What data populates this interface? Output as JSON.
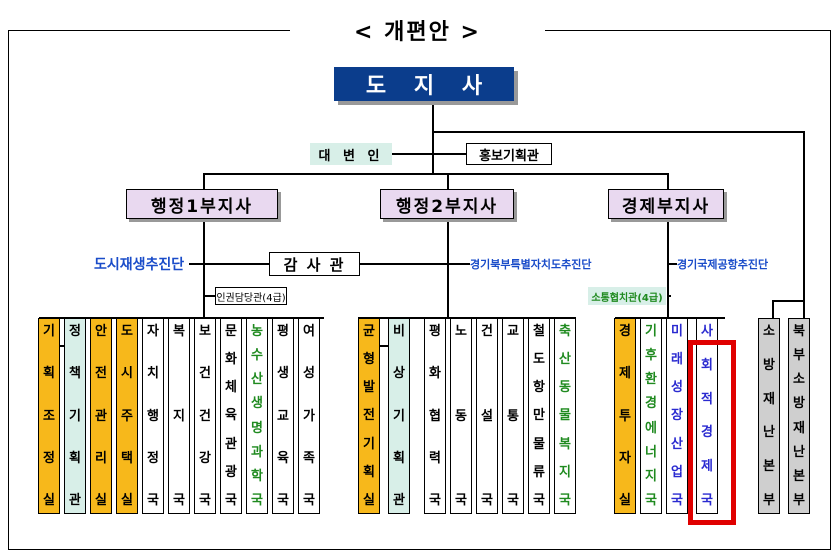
{
  "title": "< 개편안 >",
  "governor": [
    "도",
    "지",
    "사"
  ],
  "spokesperson": "대 변 인",
  "pr_office": "홍보기획관",
  "vice_governors": [
    "행정1부지사",
    "행정2부지사",
    "경제부지사"
  ],
  "urban_regen": "도시재생추진단",
  "audit": "감 사 관",
  "north_province": "경기북부특별자치도추진단",
  "airport": "경기국제공항추진단",
  "human_rights": "인권담당관(4급)",
  "communication": "소통협치관(4급)",
  "columns": [
    {
      "chars": [
        "기",
        "획",
        "조",
        "정",
        "실"
      ],
      "fill": "#f7b81b",
      "text": "#000"
    },
    {
      "chars": [
        "정",
        "책",
        "기",
        "획",
        "관"
      ],
      "fill": "#d8efe8",
      "text": "#000"
    },
    {
      "chars": [
        "안",
        "전",
        "관",
        "리",
        "실"
      ],
      "fill": "#f7b81b",
      "text": "#000"
    },
    {
      "chars": [
        "도",
        "시",
        "주",
        "택",
        "실"
      ],
      "fill": "#f7b81b",
      "text": "#000"
    },
    {
      "chars": [
        "자",
        "치",
        "행",
        "정",
        "국"
      ],
      "fill": "#ffffff",
      "text": "#000"
    },
    {
      "chars": [
        "복",
        "지",
        "국"
      ],
      "fill": "#ffffff",
      "text": "#000"
    },
    {
      "chars": [
        "보",
        "건",
        "건",
        "강",
        "국"
      ],
      "fill": "#ffffff",
      "text": "#000"
    },
    {
      "chars": [
        "문",
        "화",
        "체",
        "육",
        "관",
        "광",
        "국"
      ],
      "fill": "#ffffff",
      "text": "#000"
    },
    {
      "chars": [
        "농",
        "수",
        "산",
        "생",
        "명",
        "과",
        "학",
        "국"
      ],
      "fill": "#ffffff",
      "text": "#1f8a1f"
    },
    {
      "chars": [
        "평",
        "생",
        "교",
        "육",
        "국"
      ],
      "fill": "#ffffff",
      "text": "#000"
    },
    {
      "chars": [
        "여",
        "성",
        "가",
        "족",
        "국"
      ],
      "fill": "#ffffff",
      "text": "#000"
    },
    {
      "chars": [
        "균",
        "형",
        "발",
        "전",
        "기",
        "획",
        "실"
      ],
      "fill": "#f7b81b",
      "text": "#000"
    },
    {
      "chars": [
        "비",
        "상",
        "기",
        "획",
        "관"
      ],
      "fill": "#d8efe8",
      "text": "#000"
    },
    {
      "chars": [
        "평",
        "화",
        "협",
        "력",
        "국"
      ],
      "fill": "#ffffff",
      "text": "#000"
    },
    {
      "chars": [
        "노",
        "동",
        "국"
      ],
      "fill": "#ffffff",
      "text": "#000"
    },
    {
      "chars": [
        "건",
        "설",
        "국"
      ],
      "fill": "#ffffff",
      "text": "#000"
    },
    {
      "chars": [
        "교",
        "통",
        "국"
      ],
      "fill": "#ffffff",
      "text": "#000"
    },
    {
      "chars": [
        "철",
        "도",
        "항",
        "만",
        "물",
        "류",
        "국"
      ],
      "fill": "#ffffff",
      "text": "#000"
    },
    {
      "chars": [
        "축",
        "산",
        "동",
        "물",
        "복",
        "지",
        "국"
      ],
      "fill": "#ffffff",
      "text": "#1f8a1f"
    },
    {
      "chars": [
        "경",
        "제",
        "투",
        "자",
        "실"
      ],
      "fill": "#f7b81b",
      "text": "#000"
    },
    {
      "chars": [
        "기",
        "후",
        "환",
        "경",
        "에",
        "너",
        "지",
        "국"
      ],
      "fill": "#ffffff",
      "text": "#1f8a1f"
    },
    {
      "chars": [
        "미",
        "래",
        "성",
        "장",
        "산",
        "업",
        "국"
      ],
      "fill": "#ffffff",
      "text": "#2a2ad0"
    },
    {
      "chars": [
        "사",
        "회",
        "적",
        "경",
        "제",
        "국"
      ],
      "fill": "#ffffff",
      "text": "#2a2ad0"
    },
    {
      "chars": [
        "소",
        "방",
        "재",
        "난",
        "본",
        "부"
      ],
      "fill": "#cfcfcf",
      "text": "#000"
    },
    {
      "chars": [
        "북",
        "부",
        "소",
        "방",
        "재",
        "난",
        "본",
        "부"
      ],
      "fill": "#cfcfcf",
      "text": "#000"
    }
  ]
}
